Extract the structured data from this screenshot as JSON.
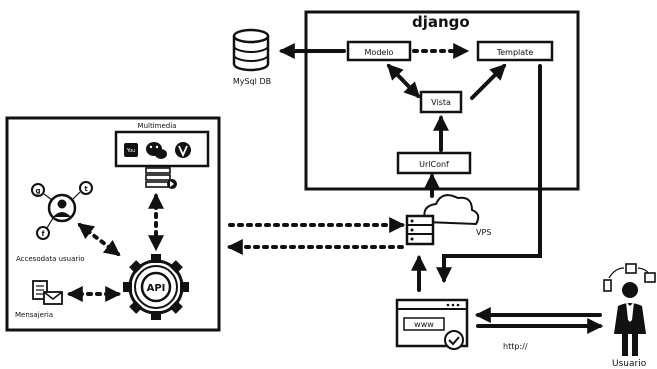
{
  "django_panel": {
    "title": "django",
    "modelo": "Modelo",
    "template": "Template",
    "vista": "Vista",
    "urlconf": "UrlConf"
  },
  "database": {
    "label": "MySql DB",
    "icon": "database-icon"
  },
  "vps": {
    "label": "VPS",
    "icon": "server-cloud-icon"
  },
  "services_panel": {
    "multimedia": "Multimedia",
    "multimedia_icons": [
      "youtube-icon",
      "wechat-icon",
      "vimeo-icon",
      "media-server-icon"
    ],
    "access_label": "Accesodata usuario",
    "access_icons": [
      "user-icon",
      "google-plus-icon",
      "twitter-icon",
      "facebook-icon"
    ],
    "messaging_label": "Mensajeria",
    "messaging_icons": [
      "document-icon",
      "envelope-icon"
    ],
    "api_label": "API",
    "api_icon": "gear-icon"
  },
  "web": {
    "browser_text": "www",
    "protocol_label": "http://"
  },
  "user": {
    "label": "Usuario",
    "icon": "businessman-icon",
    "device_icons": [
      "phone-icon",
      "tablet-icon",
      "monitor-icon"
    ]
  }
}
